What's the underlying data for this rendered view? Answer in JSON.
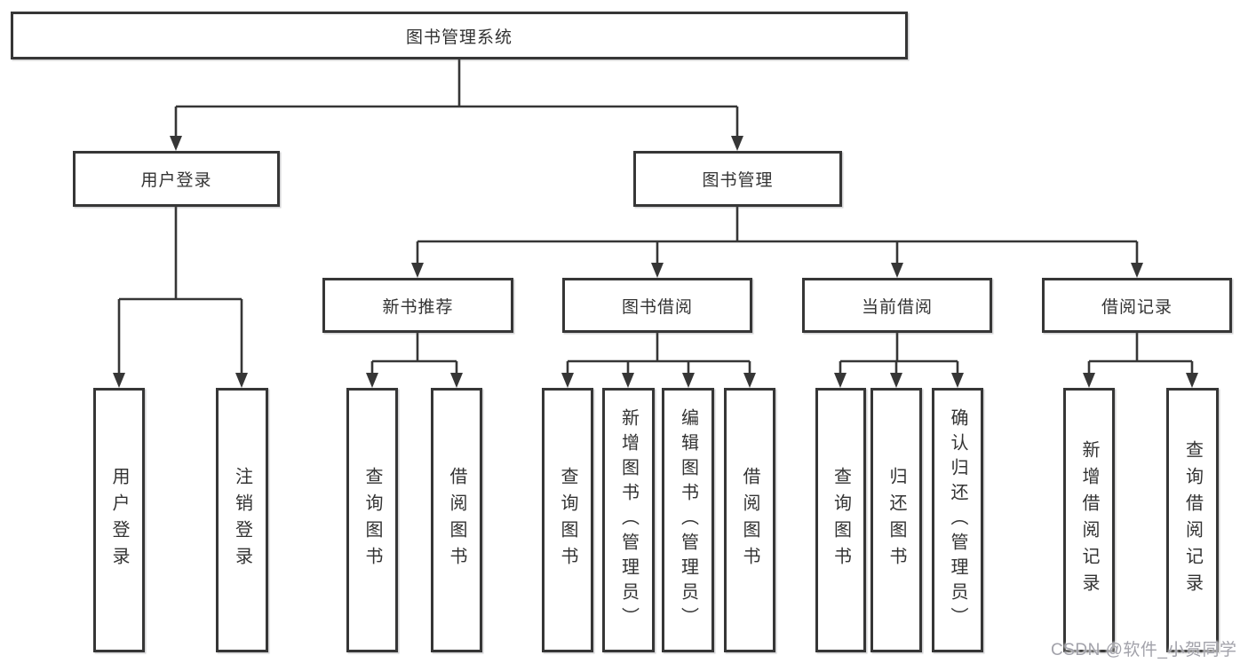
{
  "diagram": {
    "root": {
      "label": "图书管理系统"
    },
    "level2": [
      {
        "id": "user-login",
        "label": "用户登录"
      },
      {
        "id": "book-management",
        "label": "图书管理"
      }
    ],
    "level3": [
      {
        "id": "new-book-recommend",
        "label": "新书推荐"
      },
      {
        "id": "book-borrow",
        "label": "图书借阅"
      },
      {
        "id": "current-borrow",
        "label": "当前借阅"
      },
      {
        "id": "borrow-records",
        "label": "借阅记录"
      }
    ],
    "leaves": [
      {
        "id": "user-login-leaf",
        "label": "用户登录"
      },
      {
        "id": "logout",
        "label": "注销登录"
      },
      {
        "id": "query-books-recommend",
        "label": "查询图书"
      },
      {
        "id": "borrow-books-recommend",
        "label": "借阅图书"
      },
      {
        "id": "query-books-borrow",
        "label": "查询图书"
      },
      {
        "id": "add-books-admin",
        "label": "新增图书（管理员）"
      },
      {
        "id": "edit-books-admin",
        "label": "编辑图书（管理员）"
      },
      {
        "id": "borrow-books",
        "label": "借阅图书"
      },
      {
        "id": "query-books-current",
        "label": "查询图书"
      },
      {
        "id": "return-books",
        "label": "归还图书"
      },
      {
        "id": "confirm-return-admin",
        "label": "确认归还（管理员）"
      },
      {
        "id": "add-borrow-record",
        "label": "新增借阅记录"
      },
      {
        "id": "query-borrow-record",
        "label": "查询借阅记录"
      }
    ]
  },
  "watermark": {
    "text": "CSDN @软件_小贺同学"
  },
  "colors": {
    "line": "#363636",
    "text": "#333333",
    "box_background": "#ffffff",
    "watermark": "#a2a2aa",
    "background": "#ffffff"
  }
}
